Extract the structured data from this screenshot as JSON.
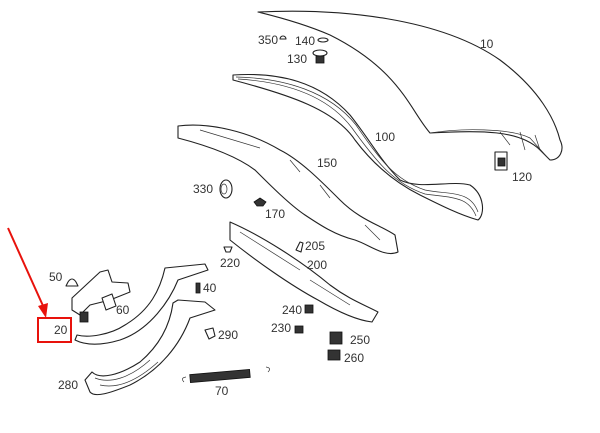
{
  "diagram": {
    "highlight_color": "#e8120c",
    "highlighted_part": "20",
    "labels": {
      "p350": "350",
      "p140": "140",
      "p130": "130",
      "p10": "10",
      "p100": "100",
      "p150": "150",
      "p330": "330",
      "p170": "170",
      "p120": "120",
      "p205": "205",
      "p220": "220",
      "p200": "200",
      "p50": "50",
      "p40": "40",
      "p60": "60",
      "p20": "20",
      "p290": "290",
      "p240": "240",
      "p230": "230",
      "p250": "250",
      "p260": "260",
      "p280": "280",
      "p70": "70"
    }
  }
}
